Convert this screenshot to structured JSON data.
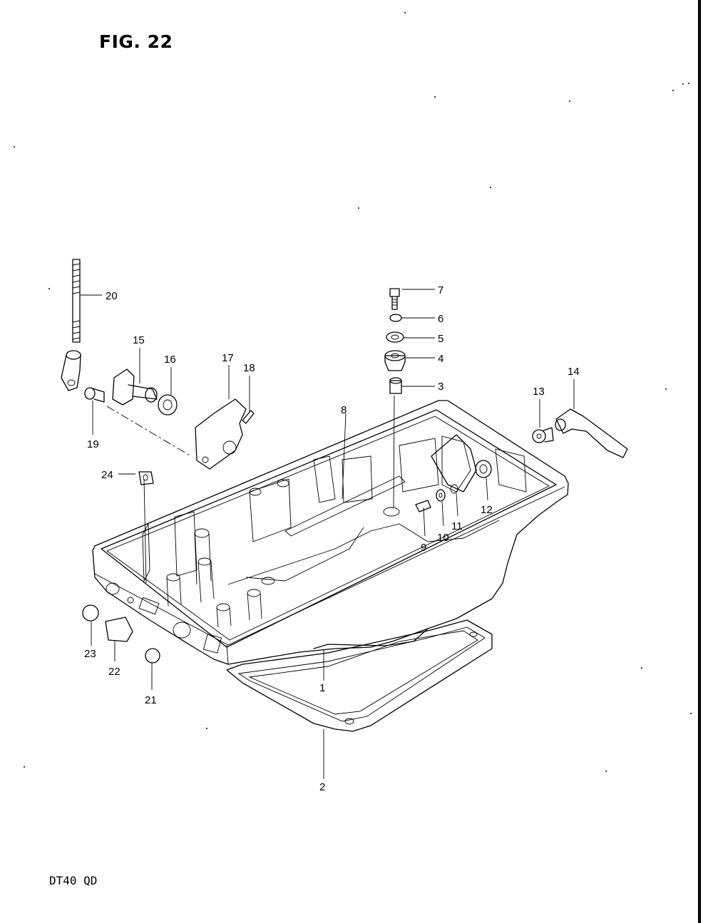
{
  "figure": {
    "title": "FIG. 22",
    "model": "DT40 QD"
  },
  "callouts": [
    {
      "id": "1",
      "label": "1"
    },
    {
      "id": "2",
      "label": "2"
    },
    {
      "id": "3",
      "label": "3"
    },
    {
      "id": "4",
      "label": "4"
    },
    {
      "id": "5",
      "label": "5"
    },
    {
      "id": "6",
      "label": "6"
    },
    {
      "id": "7",
      "label": "7"
    },
    {
      "id": "8",
      "label": "8"
    },
    {
      "id": "9",
      "label": "9"
    },
    {
      "id": "10",
      "label": "10"
    },
    {
      "id": "11",
      "label": "11"
    },
    {
      "id": "12",
      "label": "12"
    },
    {
      "id": "13",
      "label": "13"
    },
    {
      "id": "14",
      "label": "14"
    },
    {
      "id": "15",
      "label": "15"
    },
    {
      "id": "16",
      "label": "16"
    },
    {
      "id": "17",
      "label": "17"
    },
    {
      "id": "18",
      "label": "18"
    },
    {
      "id": "19",
      "label": "19"
    },
    {
      "id": "20",
      "label": "20"
    },
    {
      "id": "21",
      "label": "21"
    },
    {
      "id": "22",
      "label": "22"
    },
    {
      "id": "23",
      "label": "23"
    },
    {
      "id": "24",
      "label": "24"
    }
  ]
}
